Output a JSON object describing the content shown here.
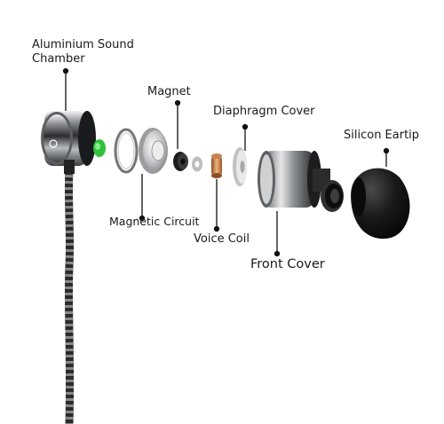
{
  "labels": {
    "aluminium_chamber_line1": "Aluminium Sound",
    "aluminium_chamber_line2": "Chamber",
    "magnet": "Magnet",
    "diaphragm_cover": "Diaphragm Cover",
    "silicon_eartip": "Silicon Eartip",
    "magnetic_circuit": "Magnetic Circuit",
    "voice_coil": "Voice Coil",
    "front_cover": "Front Cover"
  },
  "colors": {
    "chamber_metal": "#6e7276",
    "accent_green": "#2ec23a",
    "coil_copper": "#c7814a",
    "eartip": "#141414",
    "cable": "#3a3a3a",
    "leader": "#111111"
  }
}
